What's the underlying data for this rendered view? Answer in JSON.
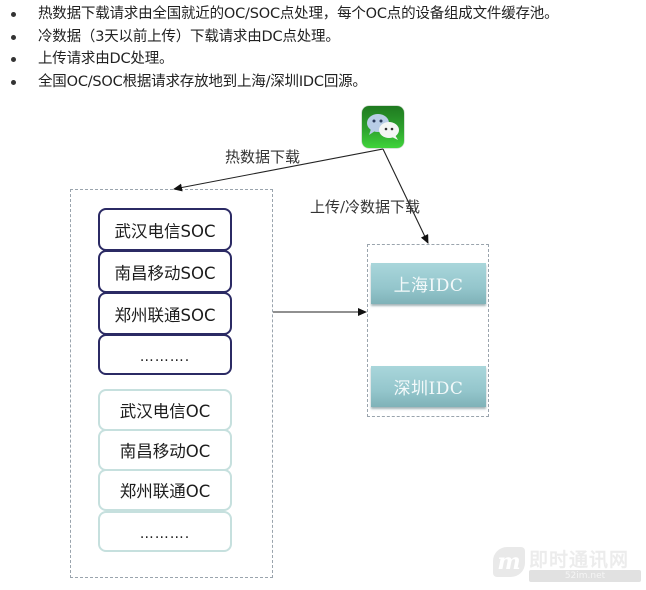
{
  "bullets": [
    {
      "text": "热数据下载请求由全国就近的OC/SOC点处理，每个OC点的设备组成文件缓存池。"
    },
    {
      "text": "冷数据（3天以前上传）下载请求由DC点处理。"
    },
    {
      "text": "上传请求由DC处理。"
    },
    {
      "text": "全国OC/SOC根据请求存放地到上海/深圳IDC回源。"
    }
  ],
  "diagram": {
    "client_icon": "wechat-icon",
    "edges": {
      "hot_download_label": "热数据下载",
      "upload_cold_download_label": "上传/冷数据下载"
    },
    "edge_group": {
      "soc_nodes": [
        {
          "label": "武汉电信SOC"
        },
        {
          "label": "南昌移动SOC"
        },
        {
          "label": "郑州联通SOC"
        },
        {
          "label": "………."
        }
      ],
      "oc_nodes": [
        {
          "label": "武汉电信OC"
        },
        {
          "label": "南昌移动OC"
        },
        {
          "label": "郑州联通OC"
        },
        {
          "label": "………."
        }
      ]
    },
    "idc_group": {
      "nodes": [
        {
          "label": "上海IDC"
        },
        {
          "label": "深圳IDC"
        }
      ]
    },
    "colors": {
      "soc_border": "#2b2a64",
      "oc_border": "#c6e0de",
      "idc_fill": "#94c6cc",
      "wechat_green": "#2ea22e"
    }
  },
  "watermark": {
    "logo": "m",
    "title": "即时通讯网",
    "subtitle": "52im.net"
  }
}
